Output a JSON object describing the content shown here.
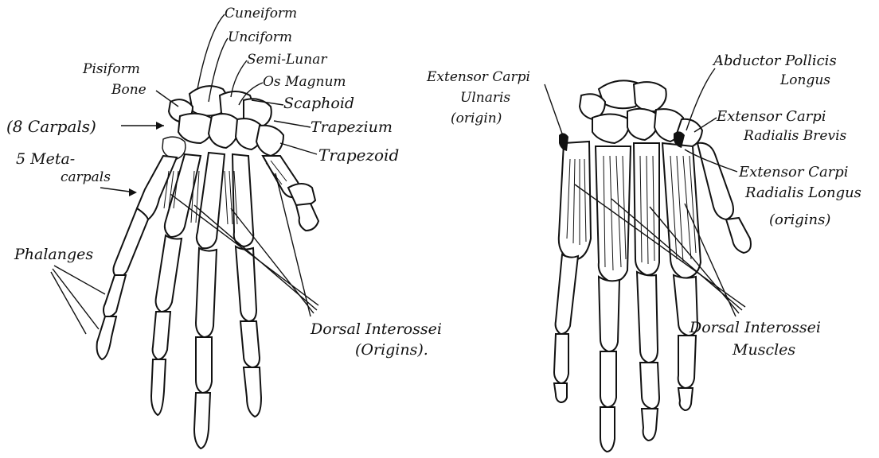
{
  "left_hand": {
    "labels": {
      "cuneiform": "Cuneiform",
      "unciform": "Unciform",
      "semi_lunar": "Semi-Lunar",
      "os_magnum": "Os Magnum",
      "scaphoid": "Scaphoid",
      "trapezium": "Trapezium",
      "trapezoid": "Trapezoid",
      "pisiform_line1": "Pisiform",
      "pisiform_line2": "Bone",
      "carpals": "(8 Carpals)",
      "metacarpals_line1": "5 Meta-",
      "metacarpals_line2": "carpals",
      "phalanges": "Phalanges",
      "dorsal_line1": "Dorsal Interossei",
      "dorsal_line2": "(Origins)."
    }
  },
  "right_hand": {
    "labels": {
      "ecu_line1": "Extensor Carpi",
      "ecu_line2": "Ulnaris",
      "ecu_line3": "(origin)",
      "apl_line1": "Abductor Pollicis",
      "apl_line2": "Longus",
      "ecrb_line1": "Extensor Carpi",
      "ecrb_line2": "Radialis Brevis",
      "ecrl_line1": "Extensor Carpi",
      "ecrl_line2": "Radialis Longus",
      "ecrl_line3": "(origins)",
      "dim_line1": "Dorsal Interossei",
      "dim_line2": "Muscles"
    }
  }
}
